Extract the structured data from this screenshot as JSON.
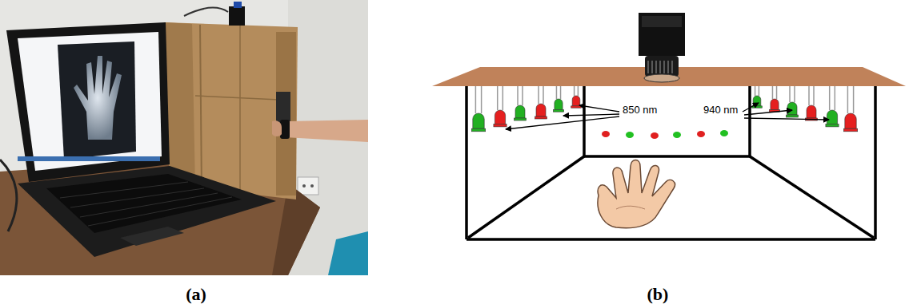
{
  "diagram": {
    "labels": [
      "850 nm",
      "940 nm",
      "(a)",
      "(b)"
    ]
  }
}
